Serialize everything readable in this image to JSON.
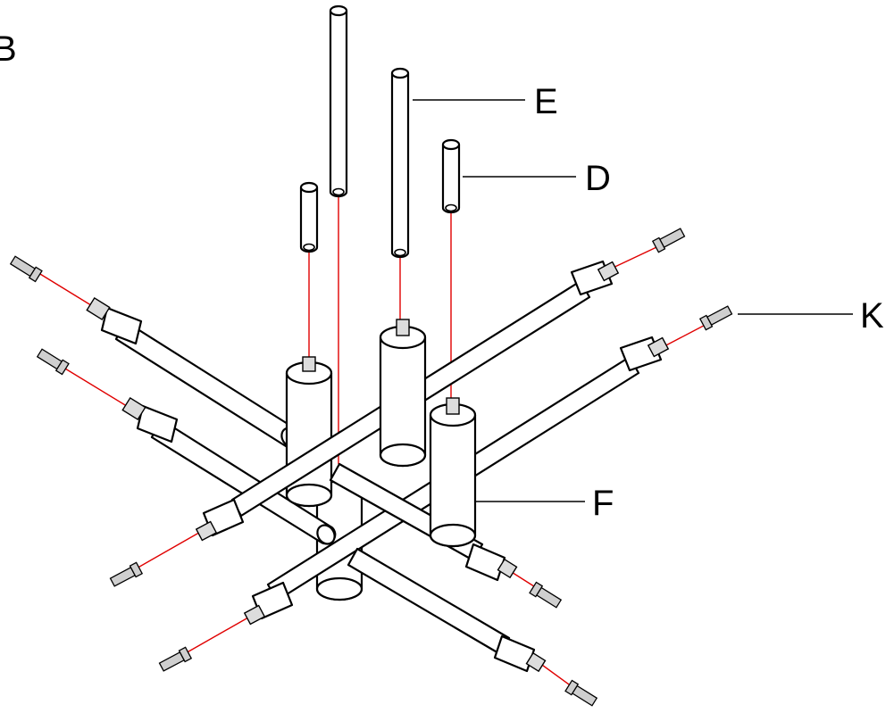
{
  "figure": {
    "section_label": "B",
    "part_labels": {
      "E": "E",
      "D": "D",
      "K": "K",
      "F": "F"
    }
  },
  "colors": {
    "line": "#000000",
    "assembly_guide": "#e00000",
    "background": "#ffffff"
  }
}
